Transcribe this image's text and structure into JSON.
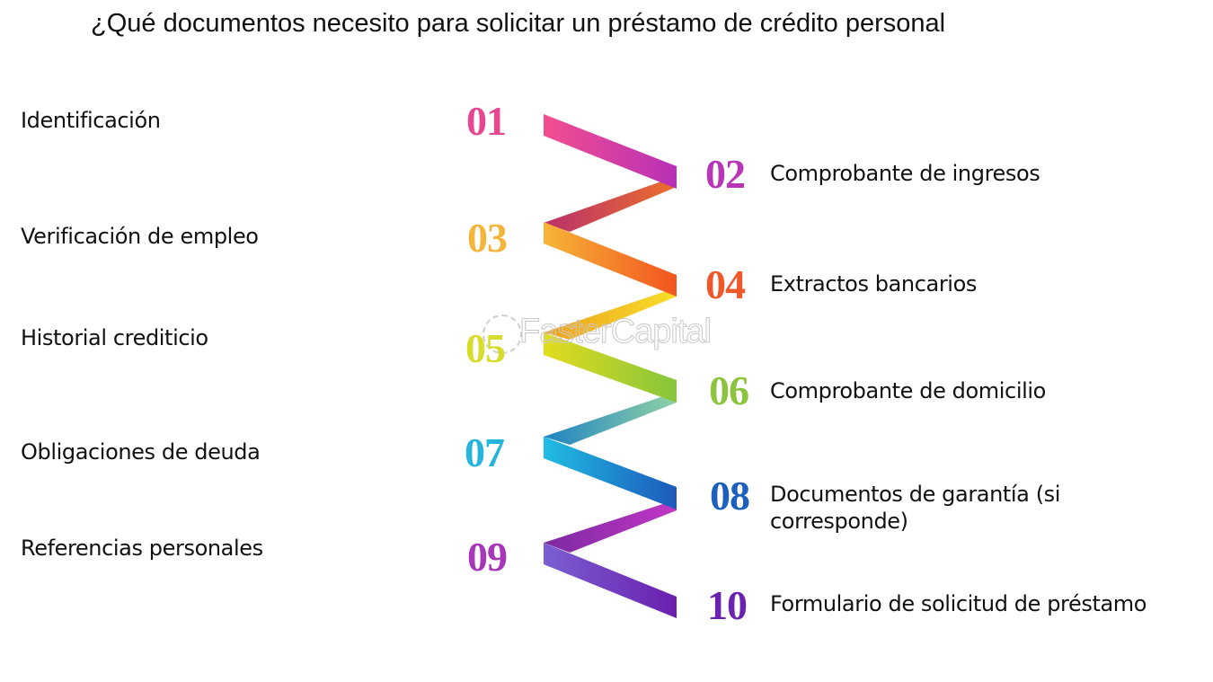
{
  "title": "¿Qué documentos necesito para solicitar un préstamo de crédito personal",
  "watermark": "FasterCapital",
  "items": [
    {
      "num": "01",
      "label": "Identificación",
      "color": "#e8478f"
    },
    {
      "num": "02",
      "label": "Comprobante de ingresos",
      "color": "#b934b7"
    },
    {
      "num": "03",
      "label": "Verificación de empleo",
      "color": "#f5b53c"
    },
    {
      "num": "04",
      "label": "Extractos bancarios",
      "color": "#f0582a"
    },
    {
      "num": "05",
      "label": "Historial crediticio",
      "color": "#d8dc2a"
    },
    {
      "num": "06",
      "label": "Comprobante de domicilio",
      "color": "#8cc43f"
    },
    {
      "num": "07",
      "label": "Obligaciones de deuda",
      "color": "#24b4dc"
    },
    {
      "num": "08",
      "label": "Documentos de garantía (si corresponde)",
      "color": "#1d5fbd"
    },
    {
      "num": "09",
      "label": "Referencias personales",
      "color": "#a637b9"
    },
    {
      "num": "10",
      "label": "Formulario de solicitud de préstamo",
      "color": "#6a23ae"
    }
  ]
}
